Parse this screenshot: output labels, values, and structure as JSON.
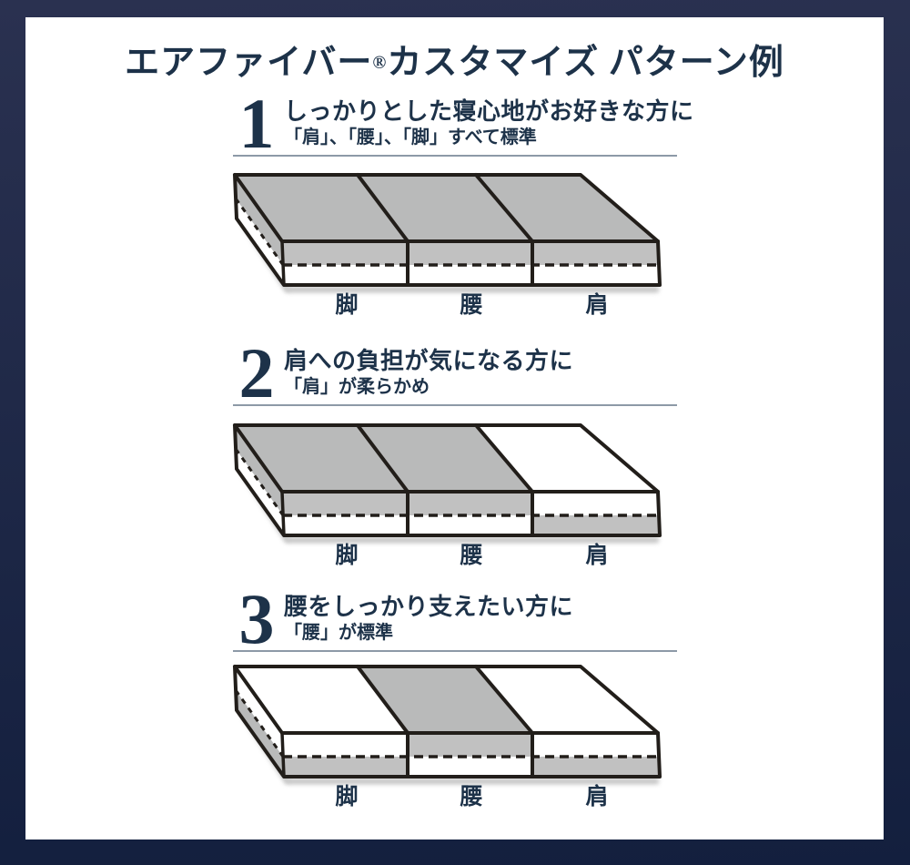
{
  "page": {
    "title_brand": "エアファイバー",
    "title_reg_mark": "®",
    "title_rest": "カスタマイズ パターン例"
  },
  "colors": {
    "navy": "#1d3249",
    "underline": "#8d99a7",
    "frame_top": "#2a3150",
    "frame_bottom": "#131f3e",
    "outline": "#221e1a",
    "mattress_gray_top": "#b9baba",
    "mattress_gray_front": "#c1c1c1",
    "shadow_gray": "#c6c6c6",
    "white": "#ffffff"
  },
  "sections": [
    {
      "number": "1",
      "heading": "しっかりとした寝心地がお好きな方に",
      "subheading": "「肩」、「腰」、「脚」すべて標準",
      "mattress": {
        "zones": [
          {
            "label": "脚",
            "firmness": "standard"
          },
          {
            "label": "腰",
            "firmness": "standard"
          },
          {
            "label": "肩",
            "firmness": "standard"
          }
        ]
      }
    },
    {
      "number": "2",
      "heading": "肩への負担が気になる方に",
      "subheading": "「肩」が柔らかめ",
      "mattress": {
        "zones": [
          {
            "label": "脚",
            "firmness": "standard"
          },
          {
            "label": "腰",
            "firmness": "standard"
          },
          {
            "label": "肩",
            "firmness": "soft"
          }
        ]
      }
    },
    {
      "number": "3",
      "heading": "腰をしっかり支えたい方に",
      "subheading": "「腰」が標準",
      "mattress": {
        "zones": [
          {
            "label": "脚",
            "firmness": "soft"
          },
          {
            "label": "腰",
            "firmness": "standard"
          },
          {
            "label": "肩",
            "firmness": "soft"
          }
        ]
      }
    }
  ]
}
